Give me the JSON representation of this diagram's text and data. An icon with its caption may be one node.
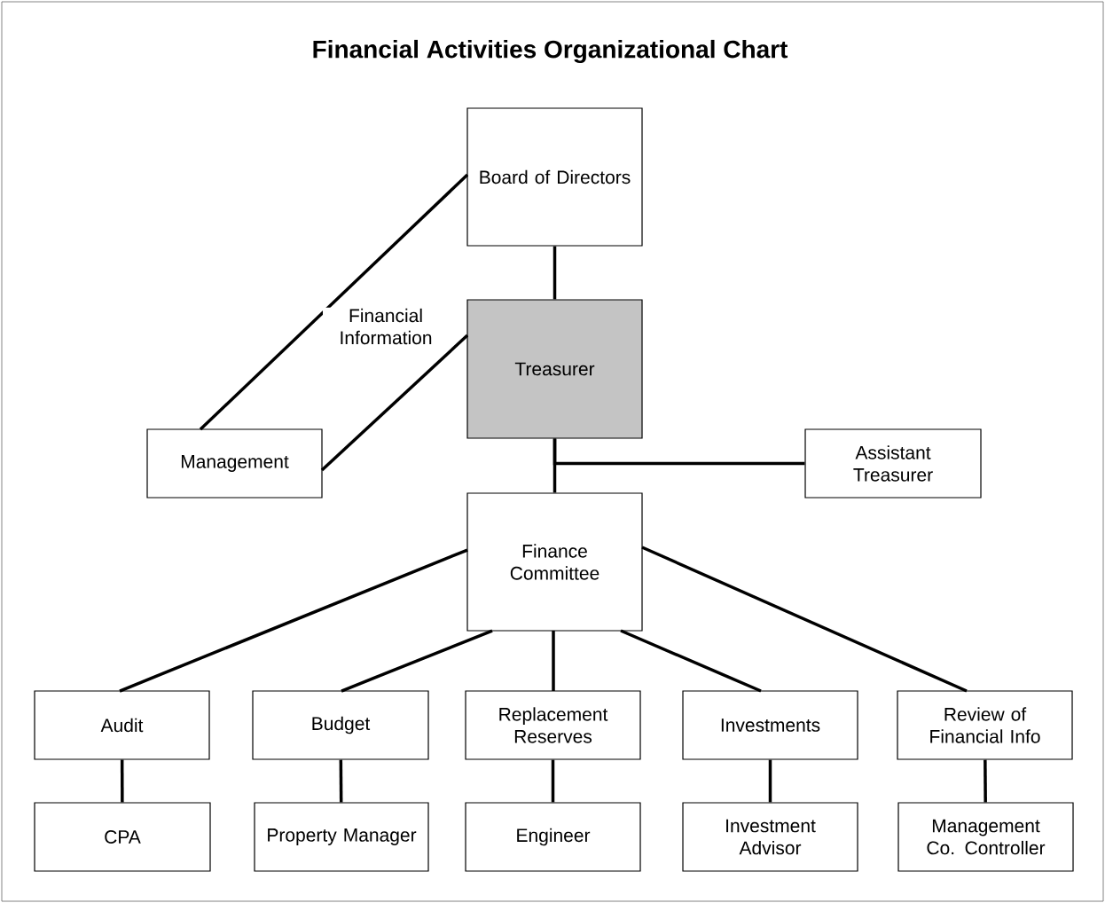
{
  "diagram": {
    "title": "Financial Activities Organizational Chart",
    "nodes": [
      {
        "text": [
          "Board of Directors"
        ]
      },
      {
        "text": [
          "Treasurer"
        ]
      },
      {
        "text": [
          "Management"
        ]
      },
      {
        "text": [
          "Assistant Treasurer"
        ]
      },
      {
        "text": [
          "Finance Committee"
        ]
      },
      {
        "text": [
          "Audit"
        ]
      },
      {
        "text": [
          "Budget"
        ]
      },
      {
        "text": [
          "Replacement Reserves"
        ]
      },
      {
        "text": [
          "Investments"
        ]
      },
      {
        "text": [
          "Review of Financial Info"
        ]
      },
      {
        "text": [
          "CPA"
        ]
      },
      {
        "text": [
          "Property Manager"
        ]
      },
      {
        "text": [
          "Engineer"
        ]
      },
      {
        "text": [
          "Investment Advisor"
        ]
      },
      {
        "text": [
          "Management Co. Controller"
        ]
      }
    ],
    "edges": [
      {
        "from": 0,
        "to": 1,
        "arrow": "none"
      },
      {
        "from": 0,
        "to": 2,
        "arrow": "none"
      },
      {
        "from": 2,
        "to": 1,
        "arrow": "none",
        "label": "Financial Information"
      },
      {
        "from": 1,
        "to": 4,
        "arrow": "none"
      },
      {
        "from": 1,
        "to": 3,
        "arrow": "none"
      },
      {
        "from": 4,
        "to": 5,
        "arrow": "none"
      },
      {
        "from": 4,
        "to": 6,
        "arrow": "none"
      },
      {
        "from": 4,
        "to": 7,
        "arrow": "none"
      },
      {
        "from": 4,
        "to": 8,
        "arrow": "none"
      },
      {
        "from": 4,
        "to": 9,
        "arrow": "none"
      },
      {
        "from": 5,
        "to": 10,
        "arrow": "none"
      },
      {
        "from": 6,
        "to": 11,
        "arrow": "none"
      },
      {
        "from": 7,
        "to": 12,
        "arrow": "none"
      },
      {
        "from": 8,
        "to": 13,
        "arrow": "none"
      },
      {
        "from": 9,
        "to": 14,
        "arrow": "none"
      }
    ]
  }
}
